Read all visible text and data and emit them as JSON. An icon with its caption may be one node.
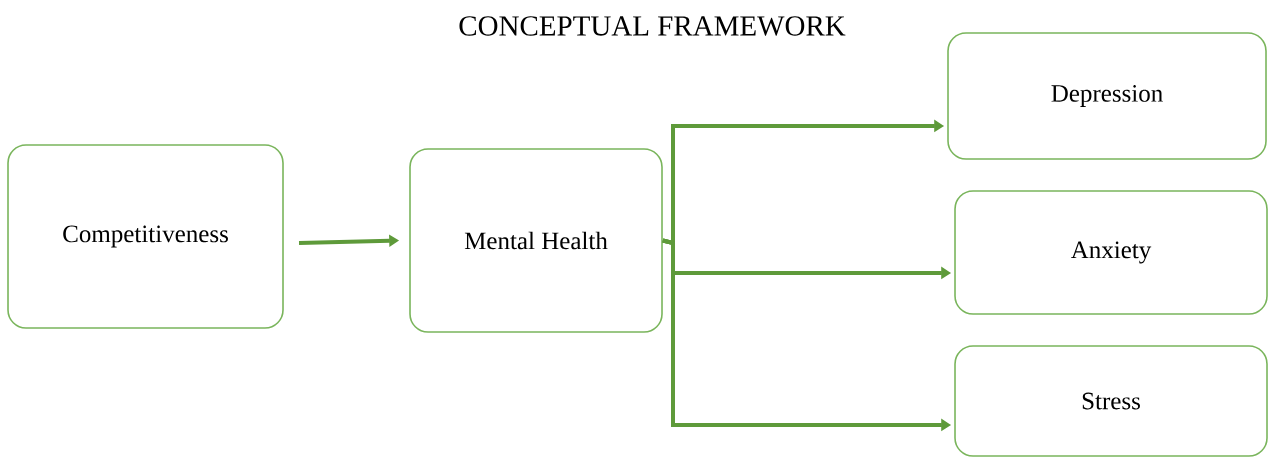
{
  "diagram": {
    "title": "CONCEPTUAL FRAMEWORK",
    "nodes": [
      {
        "text": [
          "Competitiveness"
        ]
      },
      {
        "text": [
          "Mental Health"
        ]
      },
      {
        "text": [
          "Depression"
        ]
      },
      {
        "text": [
          "Anxiety"
        ]
      },
      {
        "text": [
          "Stress"
        ]
      }
    ],
    "edges": [
      {
        "from": 0,
        "to": 1,
        "arrow": "to"
      },
      {
        "from": 1,
        "to": 2,
        "arrow": "to"
      },
      {
        "from": 1,
        "to": 3,
        "arrow": "to"
      },
      {
        "from": 1,
        "to": 4,
        "arrow": "to"
      }
    ]
  }
}
